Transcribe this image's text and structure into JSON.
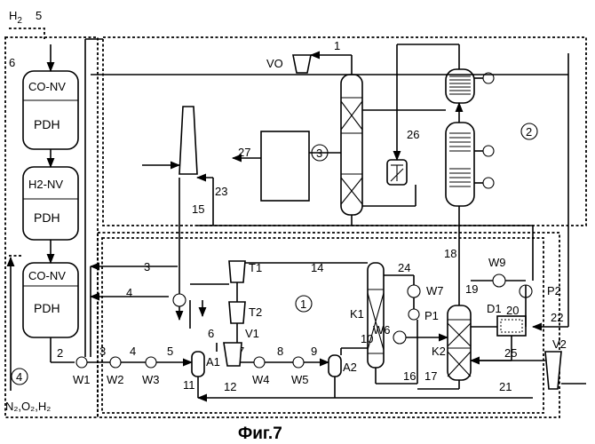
{
  "figure": {
    "caption": "Фиг.7",
    "reactors": [
      {
        "top_label": "CO-NV",
        "main_label": "PDH"
      },
      {
        "top_label": "H2-NV",
        "main_label": "PDH"
      },
      {
        "top_label": "CO-NV",
        "main_label": "PDH"
      }
    ],
    "feed_top": "H",
    "feed_top_sub": "2",
    "feed_bottom": "N₂,O₂,H₂",
    "circled_units": [
      "1",
      "2",
      "3",
      "4"
    ],
    "equipment": {
      "vo": "VO",
      "v1": "V1",
      "v2": "V2",
      "t1": "T1",
      "t2": "T2",
      "k1": "K1",
      "k2": "K2",
      "a1": "A1",
      "a2": "A2",
      "d1": "D1",
      "p1": "P1",
      "p2": "P2",
      "w1": "W1",
      "w2": "W2",
      "w3": "W3",
      "w4": "W4",
      "w5": "W5",
      "w6": "W6",
      "w7": "W7",
      "w9": "W9"
    },
    "stream_numbers": {
      "s1": "1",
      "s2": "2",
      "s3a": "3",
      "s3b": "3",
      "s4a": "4",
      "s4b": "4",
      "s5a": "5",
      "s5b": "5",
      "s6a": "6",
      "s6b": "6",
      "s7": "7",
      "s8": "8",
      "s9": "9",
      "s10": "10",
      "s11": "11",
      "s12": "12",
      "s14": "14",
      "s15": "15",
      "s16": "16",
      "s17": "17",
      "s18": "18",
      "s19": "19",
      "s20": "20",
      "s21": "21",
      "s22": "22",
      "s23": "23",
      "s24": "24",
      "s25": "25",
      "s26": "26",
      "s27": "27"
    }
  }
}
